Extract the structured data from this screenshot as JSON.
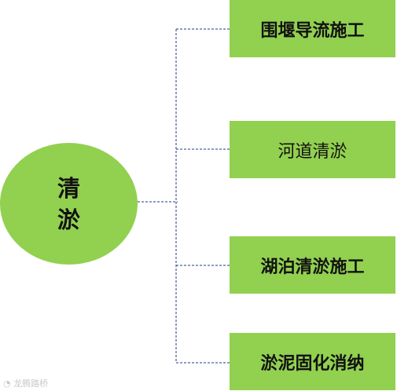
{
  "colors": {
    "node_fill": "#92d050",
    "connector": "#1f3a8a",
    "text": "#111111"
  },
  "root": {
    "label": "清淤"
  },
  "children": [
    {
      "label": "围堰导流施工"
    },
    {
      "label": "河道清淤"
    },
    {
      "label": "湖泊清淤施工"
    },
    {
      "label": "淤泥固化消纳"
    }
  ],
  "watermark": {
    "icon": "weibo-icon",
    "text": "龙腾路桥"
  }
}
